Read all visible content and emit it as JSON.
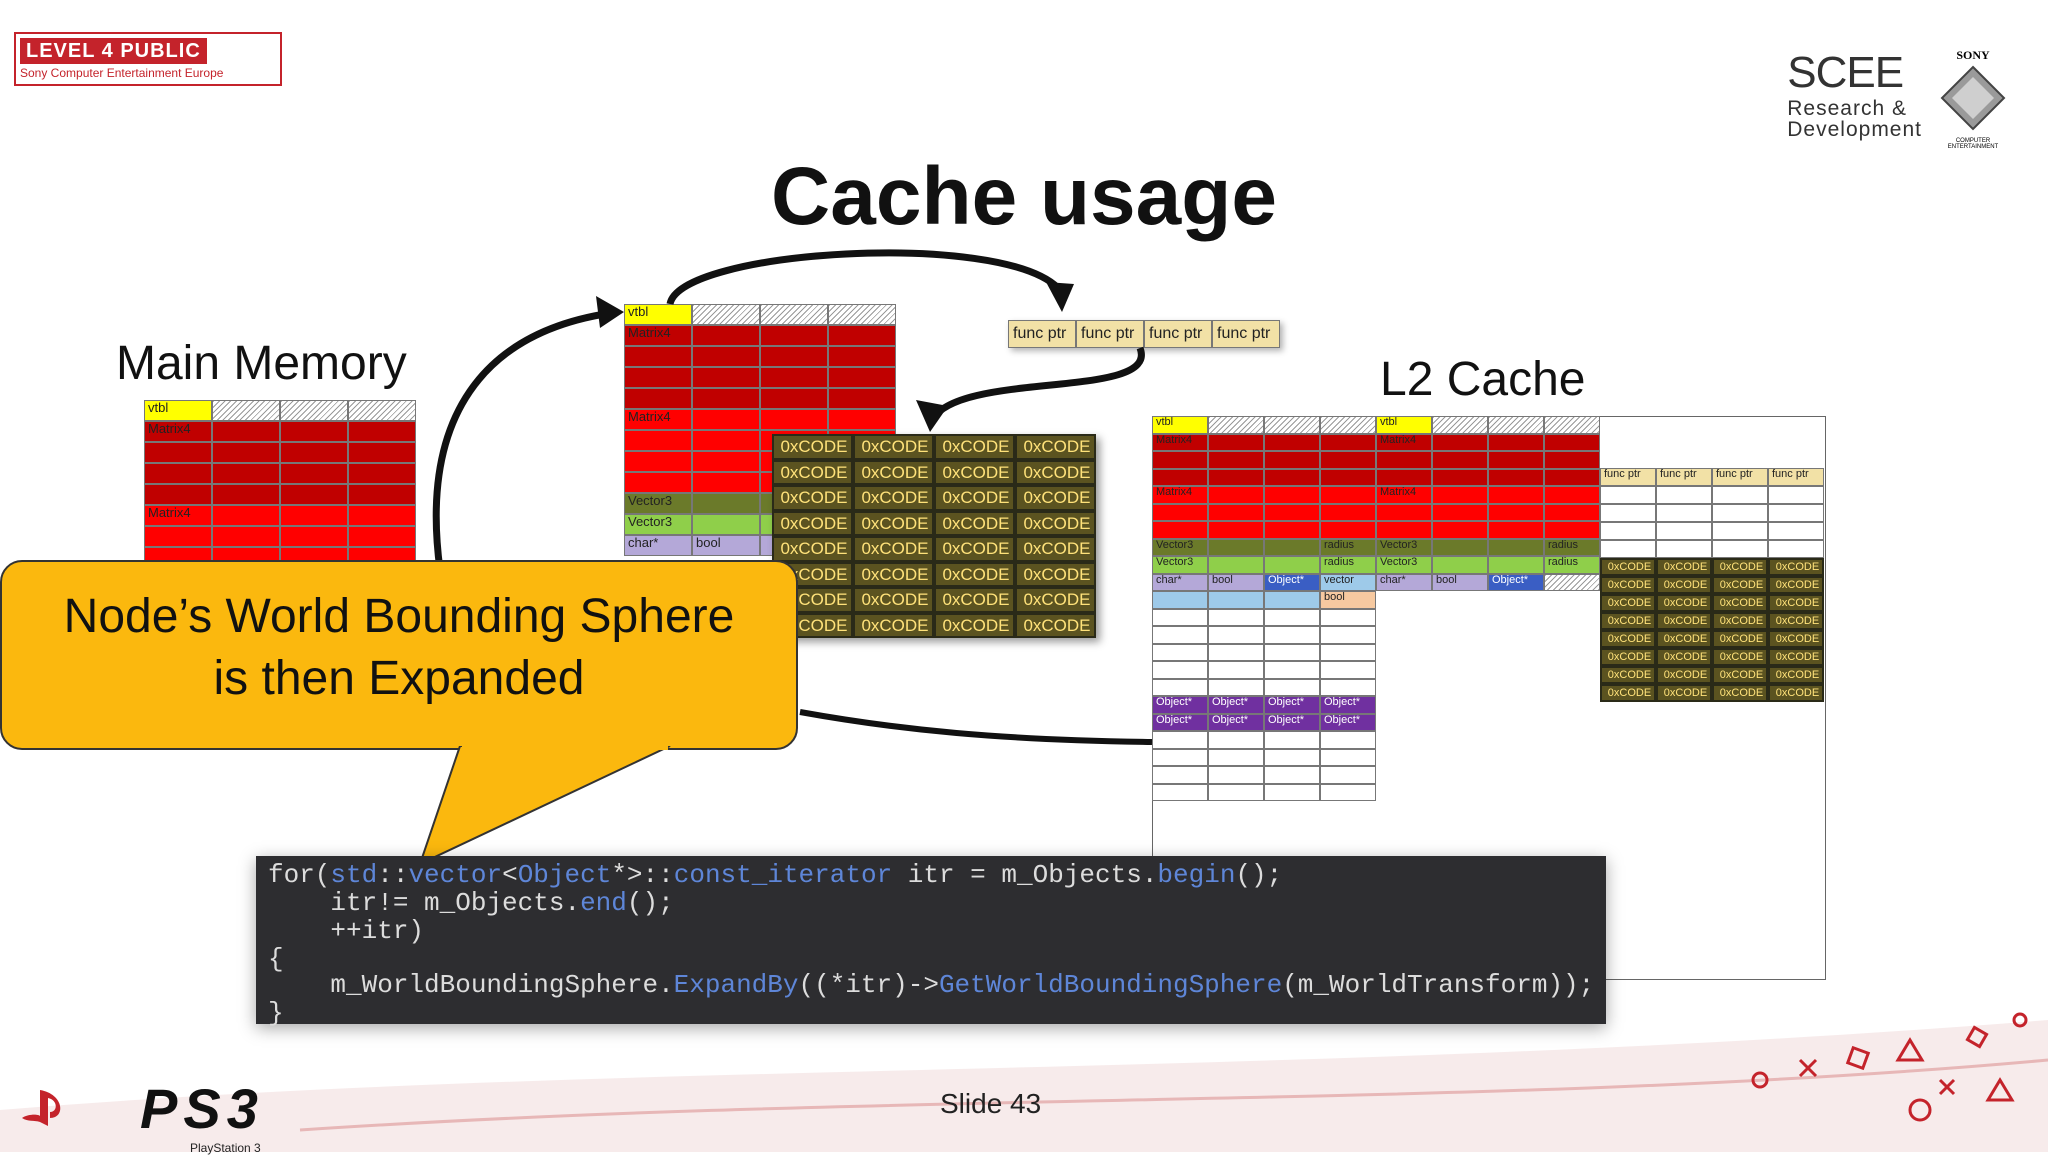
{
  "badge": {
    "level": "LEVEL 4 PUBLIC",
    "company": "Sony Computer Entertainment Europe"
  },
  "sce": {
    "line1": "SCEE",
    "line2": "Research &",
    "line3": "Development"
  },
  "sony": {
    "text": "SONY",
    "sub": "COMPUTER ENTERTAINMENT"
  },
  "title": "Cache usage",
  "main_memory_label": "Main Memory",
  "l2_label": "L2 Cache",
  "callout": {
    "line1": "Node’s World Bounding Sphere",
    "line2": "is then Expanded"
  },
  "cell_labels": {
    "vtbl": "vtbl",
    "matrix": "Matrix4",
    "vector": "Vector3",
    "char": "char*",
    "bool": "bool",
    "radius": "radius",
    "object": "Object*",
    "vector_lc": "vector",
    "funcptr": "func ptr",
    "code": "0xCODE"
  },
  "code": {
    "l1a": "for(",
    "l1b": "std",
    "l1c": "::",
    "l1d": "vector",
    "l1e": "<",
    "l1f": "Object",
    "l1g": "*>::",
    "l1h": "const_iterator",
    "l1i": " itr = m_Objects.",
    "l1j": "begin",
    "l1k": "();",
    "l2a": "    itr!= m_Objects.",
    "l2b": "end",
    "l2c": "();",
    "l3": "    ++itr)",
    "l4": "{",
    "l5a": "    m_WorldBoundingSphere.",
    "l5b": "ExpandBy",
    "l5c": "((*itr)->",
    "l5d": "GetWorldBoundingSphere",
    "l5e": "(m_WorldTransform));",
    "l6": "}"
  },
  "footer": {
    "slide": "Slide 43",
    "ps3": "PS3",
    "ps3_sub": "PlayStation 3"
  },
  "colors": {
    "red_dark": "#c00000",
    "red": "#ff0000",
    "olive": "#6b7a2a",
    "green": "#8fcf4a",
    "lavender": "#b4a8d8",
    "purple": "#7030a0",
    "code_bg": "#5b5320",
    "yellow": "#ffff00",
    "callout": "#fbb80e",
    "brand_red": "#c4232b"
  }
}
